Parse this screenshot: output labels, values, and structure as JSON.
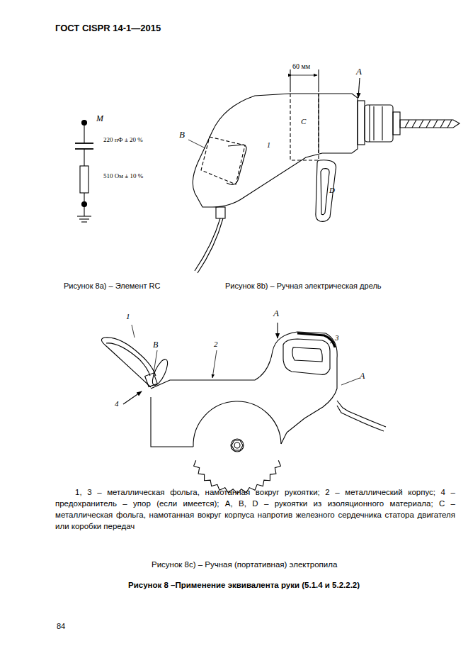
{
  "diagram": {
    "title": "ГОСТ CISPR 14-1—2015",
    "caption": "Рисунок 8 –Применение эквивалента руки (5.1.4 и 5.2.2.2)",
    "labels": [
      "M",
      "220 пФ ± 20 %",
      "510 Ом ± 10 %",
      "60 мм",
      "A",
      "B",
      "C",
      "1",
      "D",
      "Рисунок 8a) – Элемент RC",
      "Рисунок 8b) – Ручная электрическая дрель",
      "1",
      "B",
      "2",
      "A",
      "3",
      "A",
      "4",
      "1, 3 – металлическая фольга, намотанная вокруг рукоятки; 2 – металлический корпус; 4 – предохранитель – упор (если имеется); A, B, D – рукоятки из изоляционного материала; C – металлическая фольга, намотанная вокруг корпуса напротив железного сердечника статора двигателя или коробки передач",
      "Рисунок 8c) – Ручная (портативная) электропила",
      "84"
    ]
  }
}
